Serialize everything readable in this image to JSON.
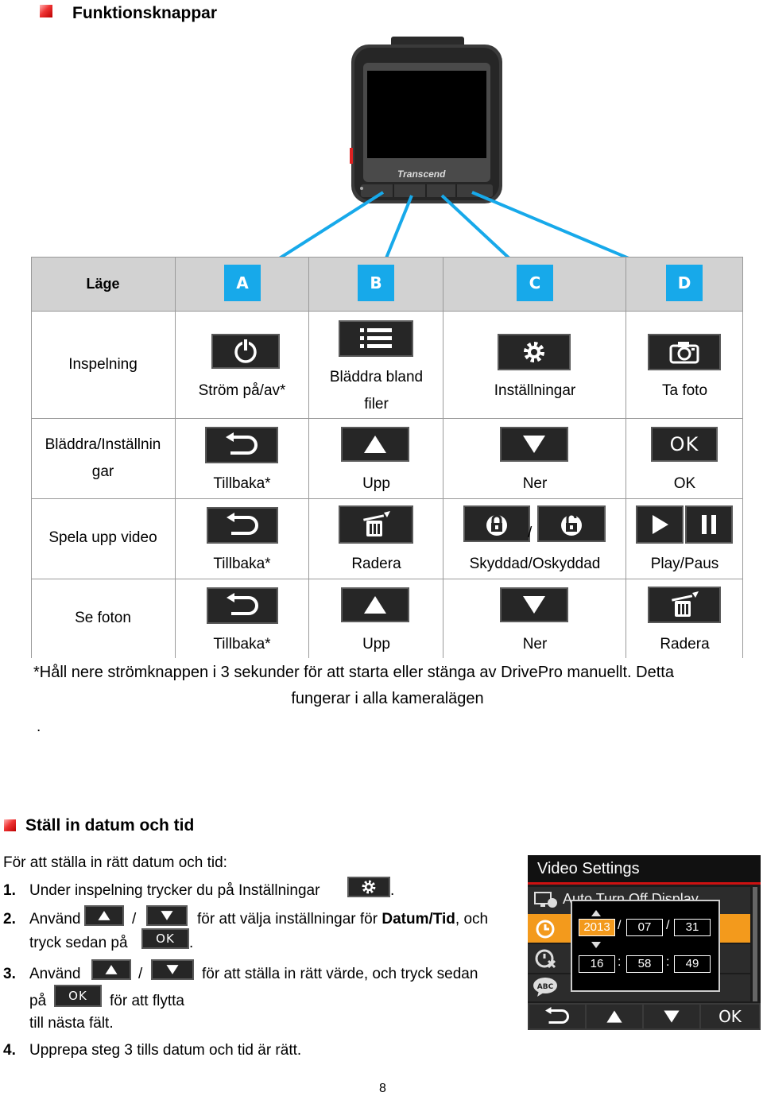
{
  "section1": {
    "title": "Funktionsknappar"
  },
  "device": {
    "brand": "Transcend"
  },
  "table": {
    "header": {
      "mode": "Läge",
      "cols": [
        "A",
        "B",
        "C",
        "D"
      ]
    },
    "rows": [
      {
        "mode": "Inspelning",
        "labels": [
          "Ström på/av*",
          "Bläddra bland filer",
          "Inställningar",
          "Ta foto"
        ],
        "icons": [
          "power-icon",
          "list-icon",
          "gear-icon",
          "camera-icon"
        ]
      },
      {
        "mode": "Bläddra/Inställningar",
        "labels": [
          "Tillbaka*",
          "Upp",
          "Ner",
          "OK"
        ],
        "icons": [
          "back-icon",
          "up-arrow-icon",
          "down-arrow-icon",
          "ok-icon"
        ]
      },
      {
        "mode": "Spela upp video",
        "labels": [
          "Tillbaka*",
          "Radera",
          "Skyddad/Oskyddad",
          "Play/Paus"
        ],
        "icons": [
          "back-icon",
          "delete-icon",
          "lock-unlock-icon",
          "play-pause-icon"
        ],
        "lock_sep": "/"
      },
      {
        "mode": "Se foton",
        "labels": [
          "Tillbaka*",
          "Upp",
          "Ner",
          "Radera"
        ],
        "icons": [
          "back-icon",
          "up-arrow-icon",
          "down-arrow-icon",
          "delete-icon"
        ]
      }
    ],
    "mode_row2_line1": "Bläddra/Inställnin",
    "mode_row2_line2": "gar",
    "col_b_row1_line1": "Bläddra bland",
    "col_b_row1_line2": "filer"
  },
  "note": {
    "line1": "*Håll nere strömknappen i 3 sekunder för att starta eller stänga av DrivePro manuellt. Detta",
    "line2": "fungerar i alla kameralägen",
    "dot": "."
  },
  "section2": {
    "title": "Ställ in datum och tid",
    "intro": "För att ställa in rätt datum och tid:",
    "steps": [
      {
        "num": "1.",
        "a": "Under inspelning trycker du på Inställningar",
        "b": "."
      },
      {
        "num": "2.",
        "a": "Använd",
        "sep": "/",
        "b": "för att välja inställningar för ",
        "bold": "Datum/Tid",
        "c": ", och",
        "d": "tryck sedan på",
        "e": "."
      },
      {
        "num": "3.",
        "a": "Använd",
        "sep": "/",
        "b": "för att ställa in rätt värde, och tryck sedan",
        "c": "på",
        "d": "för att flytta",
        "e": "till nästa fält."
      },
      {
        "num": "4.",
        "a": "Upprepa steg 3 tills datum och tid är rätt."
      }
    ]
  },
  "settings_screen": {
    "title": "Video Settings",
    "item1": "Auto Turn Off Display",
    "year": "2013",
    "month": "07",
    "day": "31",
    "hour": "16",
    "minute": "58",
    "second": "49",
    "date_sep": "/",
    "time_sep": ":",
    "ok": "OK"
  },
  "page_number": "8",
  "colors": {
    "accent_blue": "#17a9ea",
    "highlight_orange": "#f39a1c",
    "bullet_red": "#e33333"
  }
}
